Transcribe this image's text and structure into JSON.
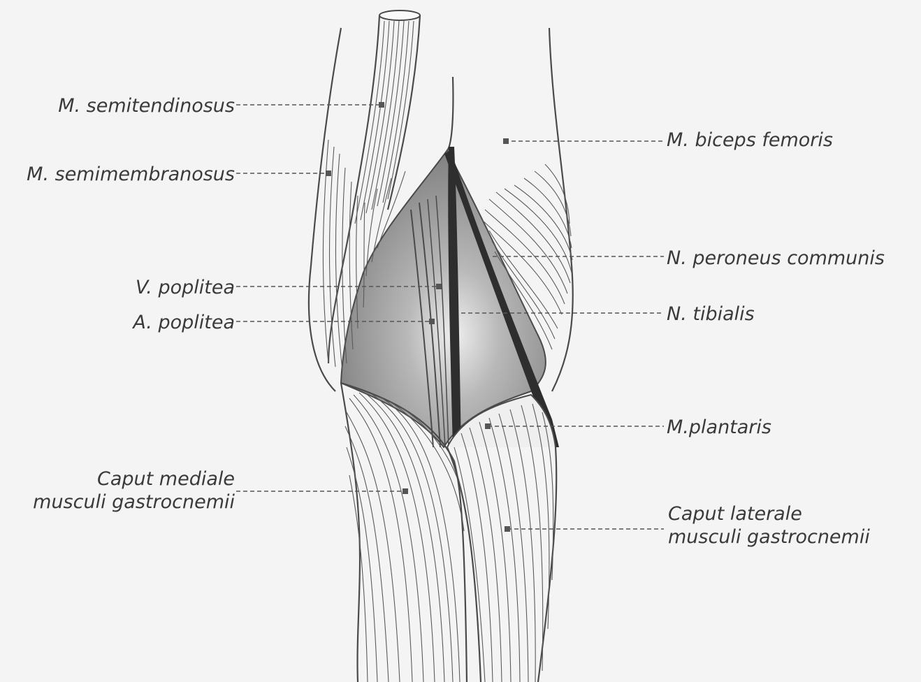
{
  "labels": {
    "semitendinosus": "M. semitendinosus",
    "semimembranosus": "M. semimembranosus",
    "poplitea_vein": "V. poplitea",
    "poplitea_artery": "A. poplitea",
    "caput_mediale_line1": "Caput mediale",
    "caput_mediale_line2": "musculi gastrocnemii",
    "biceps_femoris": "M. biceps femoris",
    "peroneus": "N. peroneus communis",
    "tibialis": "N. tibialis",
    "plantaris": "M.plantaris",
    "caput_laterale_line1": "Caput laterale",
    "caput_laterale_line2": "musculi gastrocnemii"
  },
  "colors": {
    "background": "#f4f4f4",
    "fossa_fill": "#8c8c8c",
    "nerve_dark": "#2e2e2e",
    "line": "#4a4a4a"
  }
}
